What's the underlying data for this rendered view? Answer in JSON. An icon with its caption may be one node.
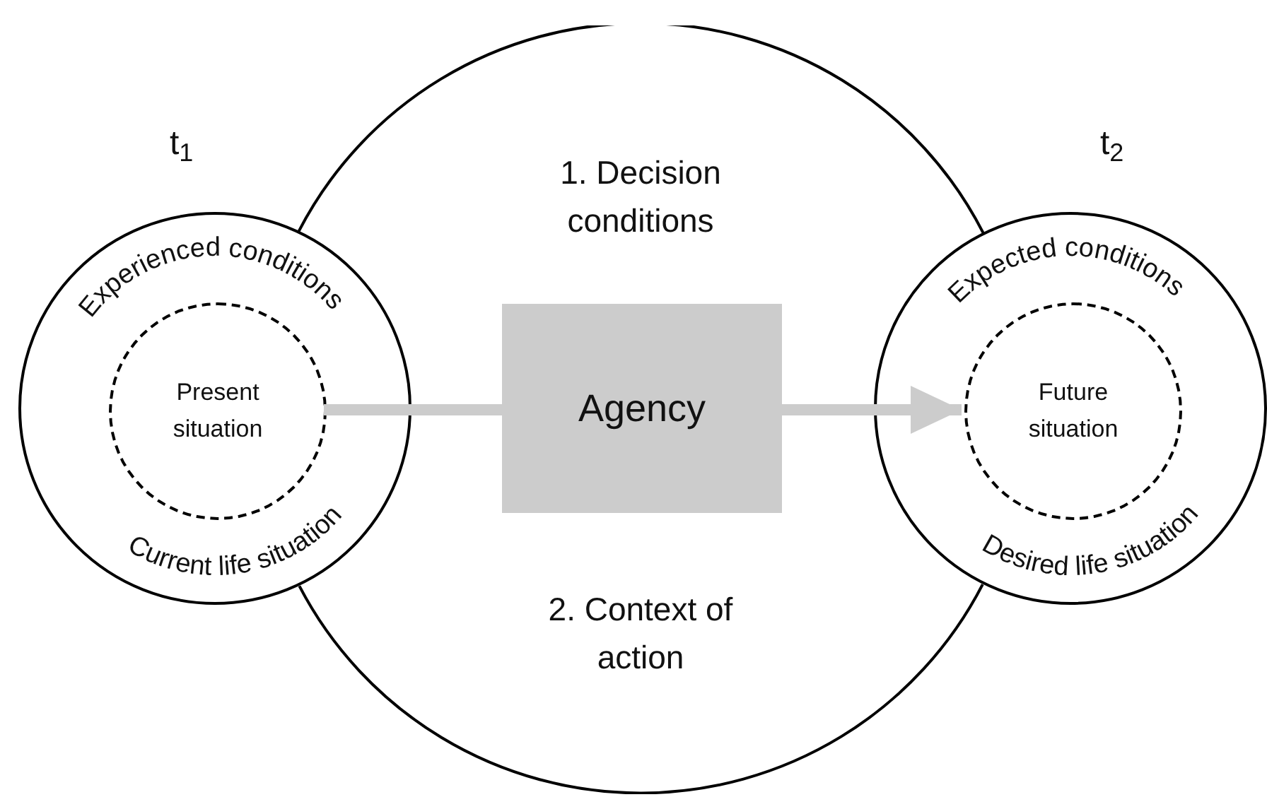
{
  "diagram": {
    "nodes": [
      {
        "text": [
          "1. Decision conditions",
          "2. Context of action"
        ]
      },
      {
        "text": [
          "Experienced conditions",
          "Current life situation"
        ],
        "beside": [
          "t$_{1}$"
        ]
      },
      {
        "text": [
          "Present situation"
        ],
        "in": 1
      },
      {
        "text": [
          "Agency"
        ],
        "in": 0
      },
      {
        "text": [
          "Expected conditions",
          "Desired life situation"
        ],
        "beside": [
          "t$_{2}$"
        ]
      },
      {
        "text": [
          "Future situation"
        ],
        "in": 4
      }
    ],
    "edges": [
      {
        "from": 2,
        "to": 3,
        "arrow": "none"
      },
      {
        "from": 3,
        "to": 5,
        "arrow": "to"
      }
    ]
  }
}
